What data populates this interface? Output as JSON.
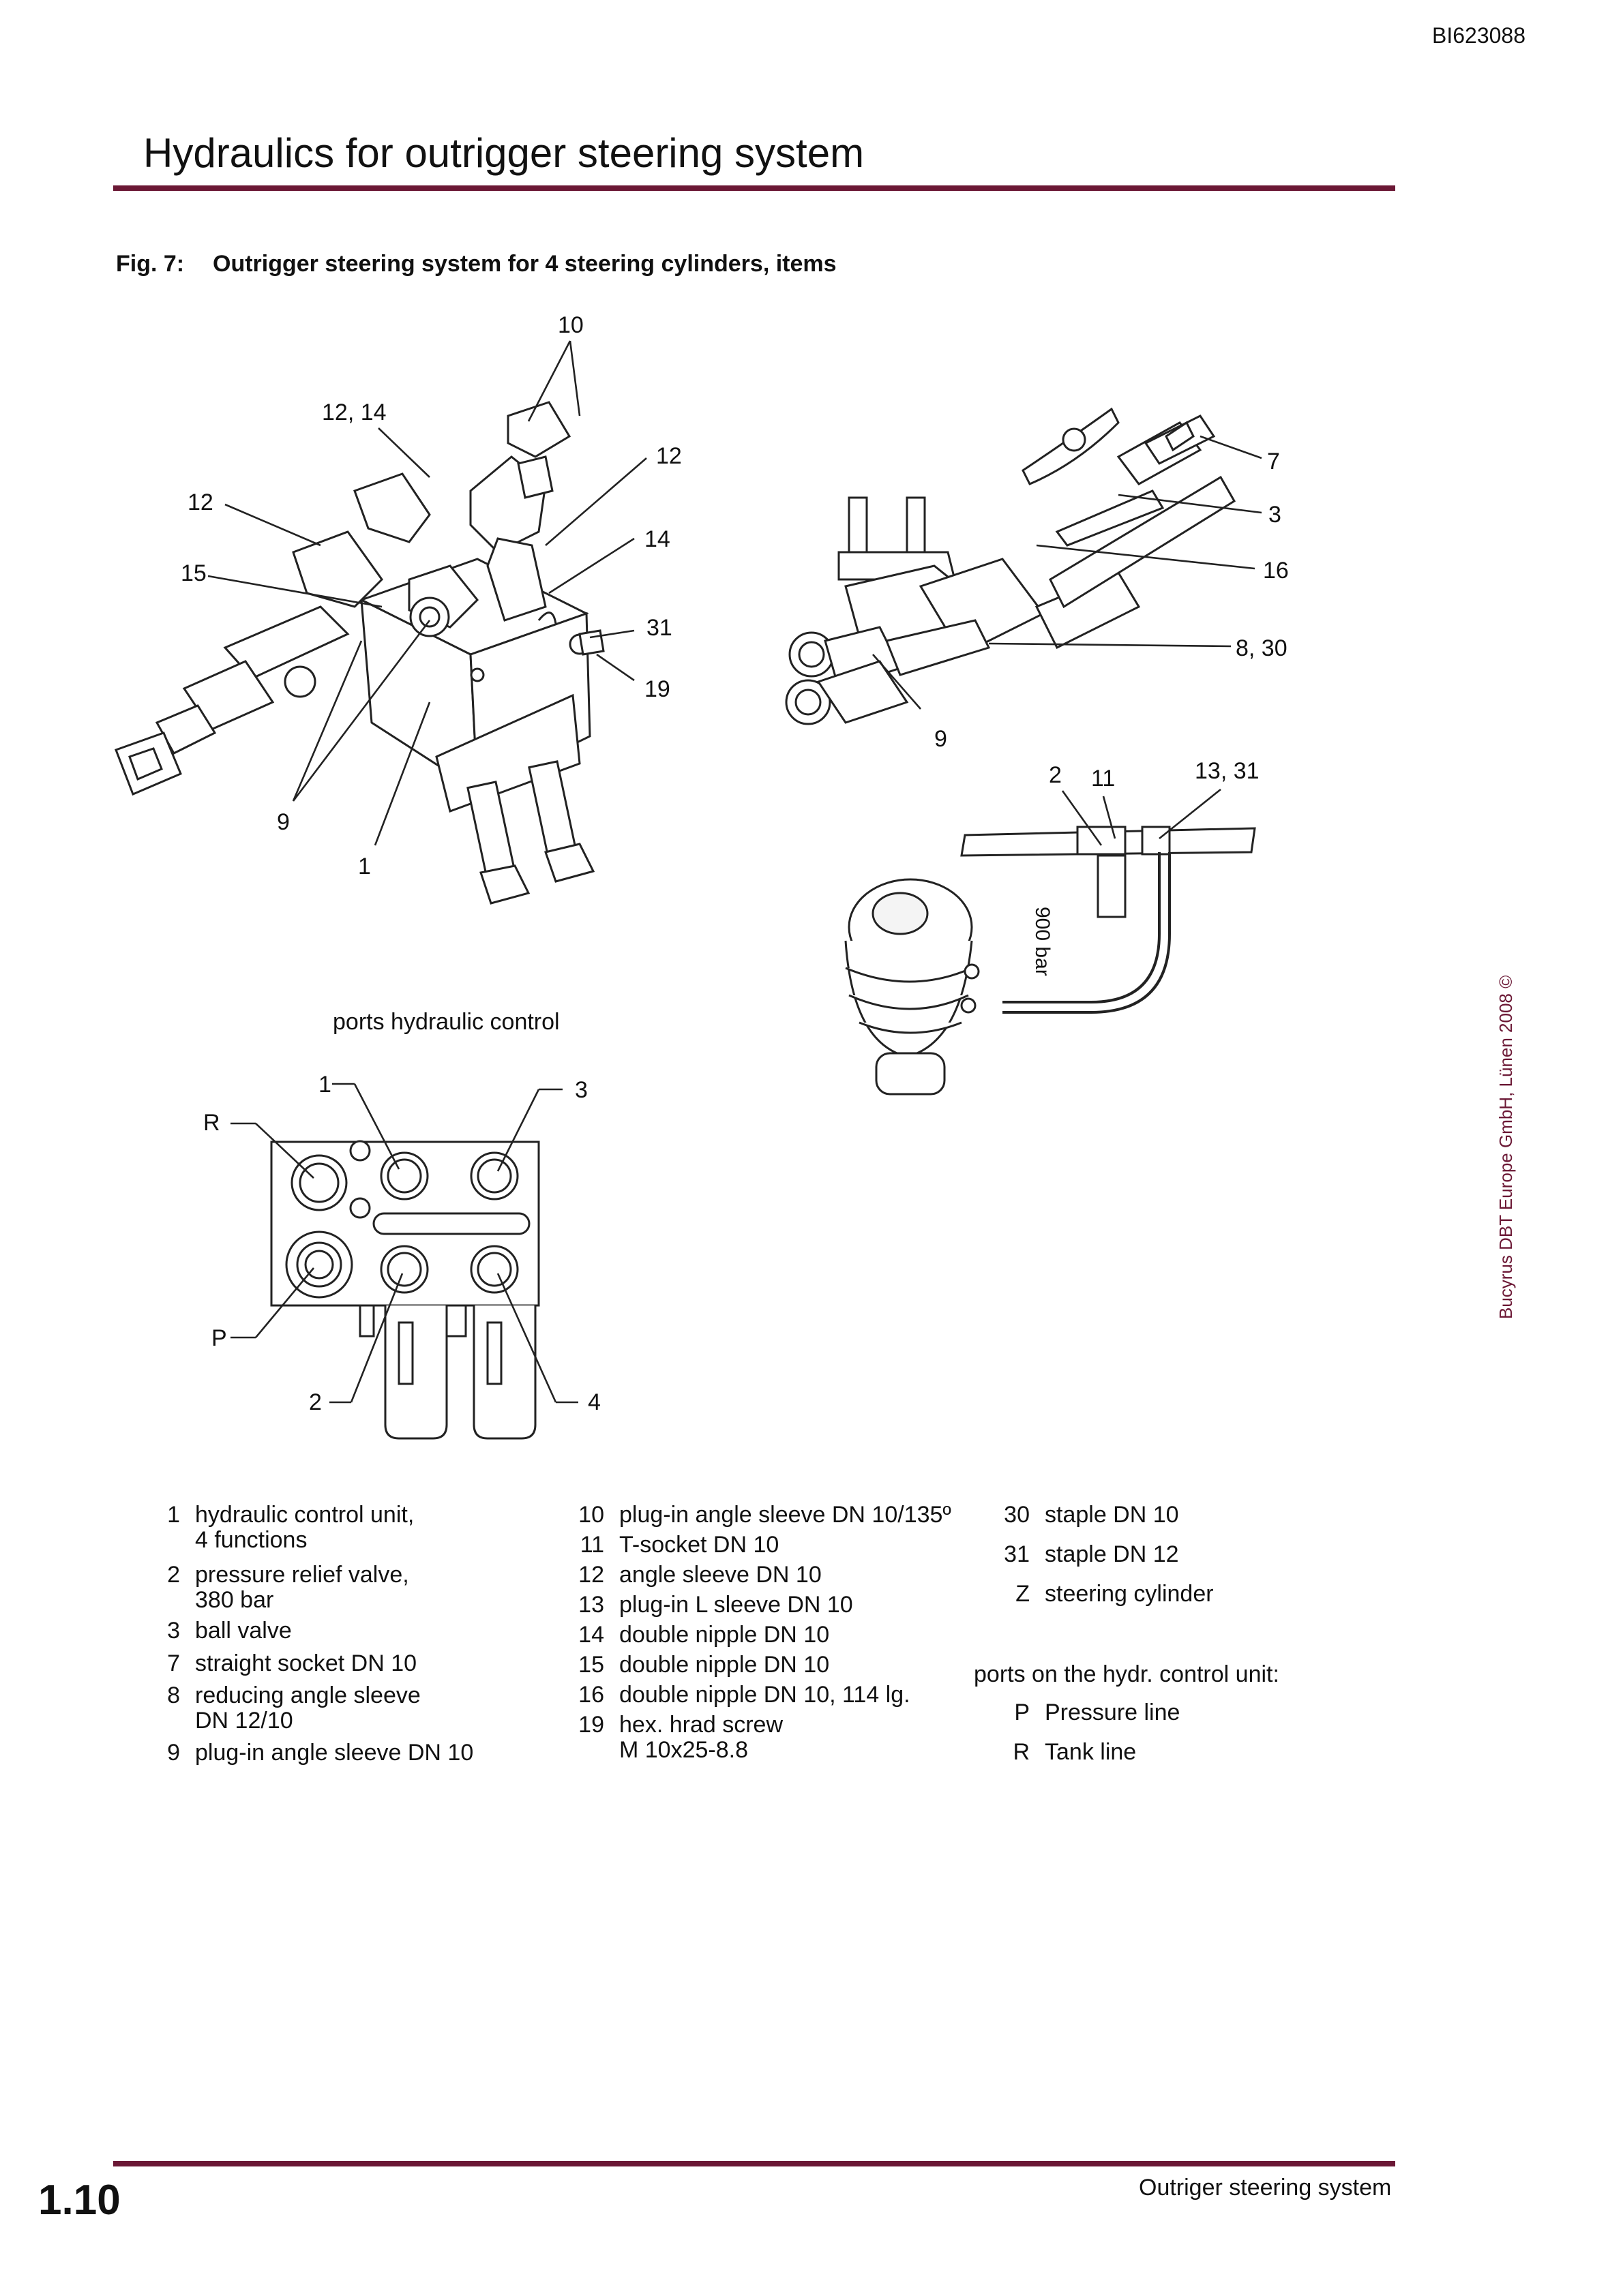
{
  "header": {
    "doc_id": "BI623088",
    "title": "Hydraulics for outrigger steering system"
  },
  "figure": {
    "number": "Fig. 7:",
    "caption": "Outrigger steering system for 4 steering cylinders, items",
    "callouts_main": [
      "10",
      "12, 14",
      "12",
      "12",
      "14",
      "15",
      "31",
      "19",
      "9",
      "1"
    ],
    "callouts_cyl": [
      "7",
      "3",
      "16",
      "8, 30",
      "9"
    ],
    "callouts_accumulator": [
      "2",
      "11",
      "13, 31"
    ],
    "accumulator_marking": "900 bar",
    "ports_caption": "ports hydraulic control",
    "callouts_ports": [
      "1",
      "3",
      "R",
      "P",
      "2",
      "4"
    ]
  },
  "legend": {
    "col1": [
      {
        "num": "1",
        "text": "hydraulic control unit,\n4 functions"
      },
      {
        "num": "2",
        "text": "pressure relief valve,\n380 bar"
      },
      {
        "num": "3",
        "text": "ball valve"
      },
      {
        "num": "7",
        "text": "straight socket DN 10"
      },
      {
        "num": "8",
        "text": "reducing angle sleeve\nDN 12/10"
      },
      {
        "num": "9",
        "text": "plug-in angle sleeve DN 10"
      }
    ],
    "col2": [
      {
        "num": "10",
        "text": "plug-in angle sleeve DN 10/135º"
      },
      {
        "num": "11",
        "text": "T-socket DN 10"
      },
      {
        "num": "12",
        "text": "angle sleeve DN 10"
      },
      {
        "num": "13",
        "text": "plug-in L sleeve DN 10"
      },
      {
        "num": "14",
        "text": "double nipple DN 10"
      },
      {
        "num": "15",
        "text": "double nipple DN 10"
      },
      {
        "num": "16",
        "text": "double nipple DN 10, 114 lg."
      },
      {
        "num": "19",
        "text": "hex. hrad screw\nM 10x25-8.8"
      }
    ],
    "col3": [
      {
        "num": "30",
        "text": "staple DN 10"
      },
      {
        "num": "31",
        "text": "staple DN 12"
      },
      {
        "num": "Z",
        "text": "steering cylinder"
      }
    ],
    "ports_heading": "ports on the hydr. control unit:",
    "ports": [
      {
        "num": "P",
        "text": "Pressure line"
      },
      {
        "num": "R",
        "text": "Tank line"
      }
    ]
  },
  "side_note": {
    "copyright": "Bucyrus DBT Europe GmbH, Lünen 2008 ©"
  },
  "footer": {
    "page": "1.10",
    "section": "Outriger steering system"
  }
}
